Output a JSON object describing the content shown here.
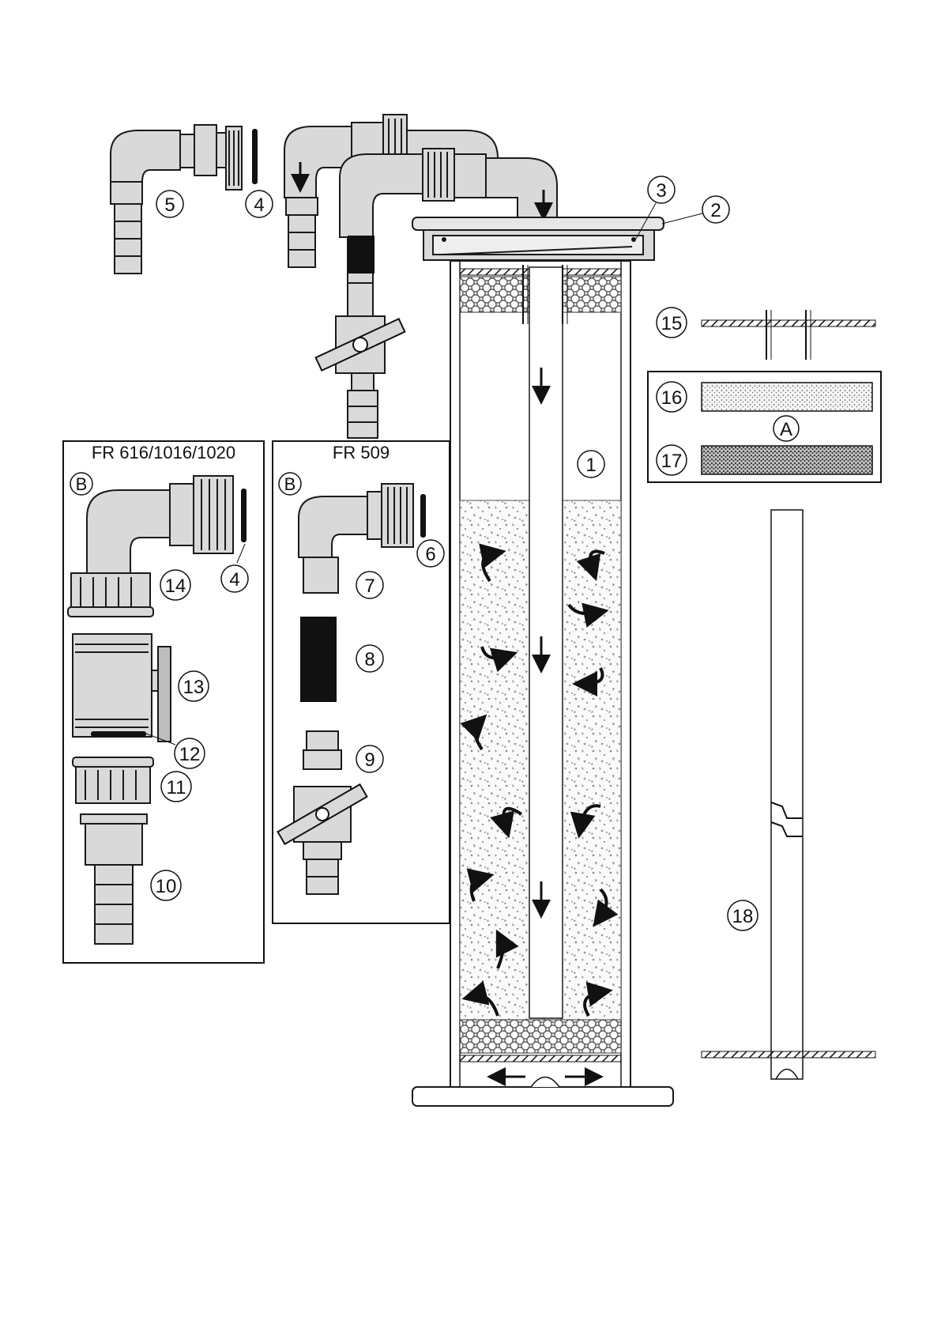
{
  "panels": {
    "left_title": "FR 616/1016/1020",
    "mid_title": "FR 509"
  },
  "letters": {
    "a": "A",
    "b": "B"
  },
  "callouts": {
    "c1": "1",
    "c2": "2",
    "c3": "3",
    "c4": "4",
    "c5": "5",
    "c6": "6",
    "c7": "7",
    "c8": "8",
    "c9": "9",
    "c10": "10",
    "c11": "11",
    "c12": "12",
    "c13": "13",
    "c14": "14",
    "c15": "15",
    "c16": "16",
    "c17": "17",
    "c18": "18"
  },
  "colors": {
    "part_fill": "#d9d9d9",
    "part_dark": "#bdbdbd",
    "line": "#1a1a1a",
    "gravel": "#8a8a8a",
    "black_part": "#111111"
  }
}
